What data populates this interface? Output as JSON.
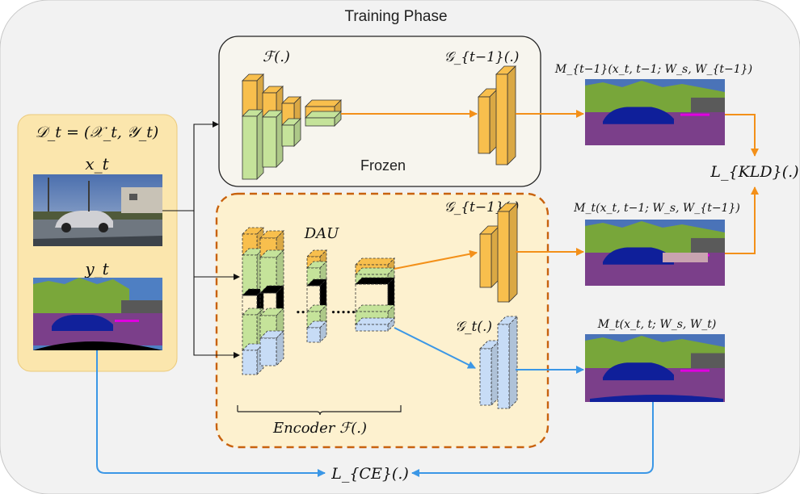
{
  "title": "Training Phase",
  "dataset": {
    "label": "𝒟_t = (𝒳_t, 𝒴_t)",
    "x_label": "x_t",
    "y_label": "y_t"
  },
  "frozen_box": {
    "encoder_label": "ℱ(.)",
    "decoder_label": "𝒢_{t−1}(.)",
    "caption": "Frozen"
  },
  "trainable_box": {
    "dau_label": "DAU",
    "decoder_prev_label": "𝒢_{t−1}(.)",
    "decoder_curr_label": "𝒢_t(.)",
    "encoder_caption": "Encoder ℱ(.)",
    "dots_small": "..",
    "dots_large": "....."
  },
  "outputs": {
    "frozen_out": "M_{t−1}(x_t, t−1; W_s, W_{t−1})",
    "prev_out": "M_t(x_t, t−1; W_s, W_{t−1})",
    "curr_out": "M_t(x_t, t; W_s, W_t)"
  },
  "losses": {
    "kld": "L_{KLD}(.)",
    "ce": "L_{CE}(.)"
  },
  "colors": {
    "orange_arrow": "#f39019",
    "blue_arrow": "#3b97e6",
    "cube_orange": "#f8bf4d",
    "cube_green": "#c5e39a",
    "cube_blue": "#c7dcf6",
    "trainable_border": "#c8620e",
    "trainable_fill": "#fdf1cf",
    "dataset_fill": "#fbe6ad"
  }
}
